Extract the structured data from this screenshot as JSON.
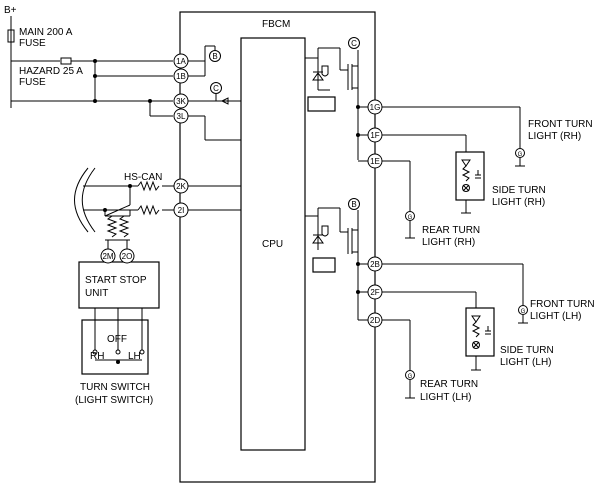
{
  "labels": {
    "battery": "B+",
    "main_fuse_1": "MAIN 200 A",
    "main_fuse_2": "FUSE",
    "hazard_fuse_1": "HAZARD 25 A",
    "hazard_fuse_2": "FUSE",
    "fbcm": "FBCM",
    "cpu": "CPU",
    "hs_can": "HS-CAN",
    "start_stop_1": "START STOP",
    "start_stop_2": "UNIT",
    "switch_off": "OFF",
    "switch_rh": "RH",
    "switch_lh": "LH",
    "turn_switch_1": "TURN SWITCH",
    "turn_switch_2": "(LIGHT SWITCH)",
    "front_rh_1": "FRONT TURN",
    "front_rh_2": "LIGHT (RH)",
    "side_rh_1": "SIDE TURN",
    "side_rh_2": "LIGHT (RH)",
    "rear_rh_1": "REAR TURN",
    "rear_rh_2": "LIGHT (RH)",
    "front_lh_1": "FRONT TURN",
    "front_lh_2": "LIGHT (LH)",
    "side_lh_1": "SIDE TURN",
    "side_lh_2": "LIGHT (LH)",
    "rear_lh_1": "REAR TURN",
    "rear_lh_2": "LIGHT (LH)"
  },
  "pins": {
    "p1A": "1A",
    "p1B": "1B",
    "p3K": "3K",
    "p3L": "3L",
    "p2K": "2K",
    "p2I": "2I",
    "p1G": "1G",
    "p1F": "1F",
    "p1E": "1E",
    "p2B": "2B",
    "p2F": "2F",
    "p2D": "2D",
    "p2M": "2M",
    "p2O": "2O"
  },
  "refs": {
    "b": "B",
    "c": "C",
    "g": "G"
  }
}
